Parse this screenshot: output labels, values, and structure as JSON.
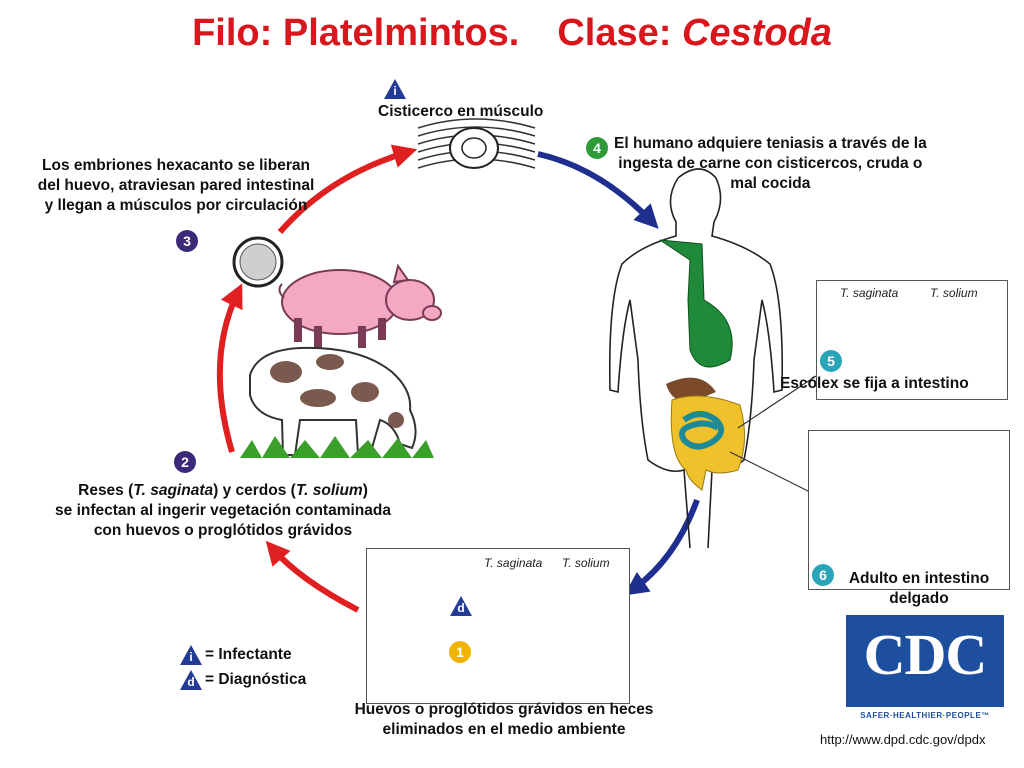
{
  "title": {
    "part1": "Filo: Platelmintos.",
    "part2": "Clase:",
    "part3": "Cestoda"
  },
  "legend": {
    "infective_letter": "i",
    "infective_label": "= Infectante",
    "diagnostic_letter": "d",
    "diagnostic_label": "= Diagnóstica"
  },
  "stages": {
    "cysticercus": {
      "label": "Cisticerco en músculo",
      "letter": "i"
    },
    "s1": {
      "number": "1",
      "label_line1": "Huevos o proglótidos grávidos en heces",
      "label_line2": "eliminados en el medio ambiente",
      "d_letter": "d",
      "t_saginata": "T. saginata",
      "t_solium": "T. solium"
    },
    "s2": {
      "number": "2",
      "line1_a": "Reses (",
      "line1_b": "T. saginata",
      "line1_c": ") y cerdos (",
      "line1_d": "T. solium",
      "line1_e": ")",
      "line2": "se infectan al ingerir vegetación contaminada",
      "line3": "con huevos o proglótidos grávidos"
    },
    "s3": {
      "number": "3",
      "line1": "Los embriones hexacanto se liberan",
      "line2": "del huevo, atraviesan pared intestinal",
      "line3": "y llegan a músculos por circulación"
    },
    "s4": {
      "number": "4",
      "line1": "El humano adquiere teniasis a través de la",
      "line2": "ingesta de carne con cisticercos, cruda o",
      "line3": "mal cocida"
    },
    "s5": {
      "number": "5",
      "label": "Escólex se fija a intestino",
      "t_saginata": "T. saginata",
      "t_solium": "T. solium"
    },
    "s6": {
      "number": "6",
      "line1": "Adulto en intestino",
      "line2": "delgado"
    }
  },
  "cdc": {
    "logo": "CDC",
    "tagline": "SAFER·HEALTHIER·PEOPLE™",
    "url": "http://www.dpd.cdc.gov/dpdx"
  },
  "colors": {
    "title": "#d8161c",
    "red_arrow": "#e02020",
    "blue_arrow": "#1f2f8f",
    "badge_purple": "#3b2a7a",
    "badge_green": "#2f9a3a",
    "badge_teal": "#2aa4b8",
    "badge_yellow": "#f0b400",
    "triangle_blue": "#233b95",
    "cdc_blue": "#1e4f9f"
  }
}
